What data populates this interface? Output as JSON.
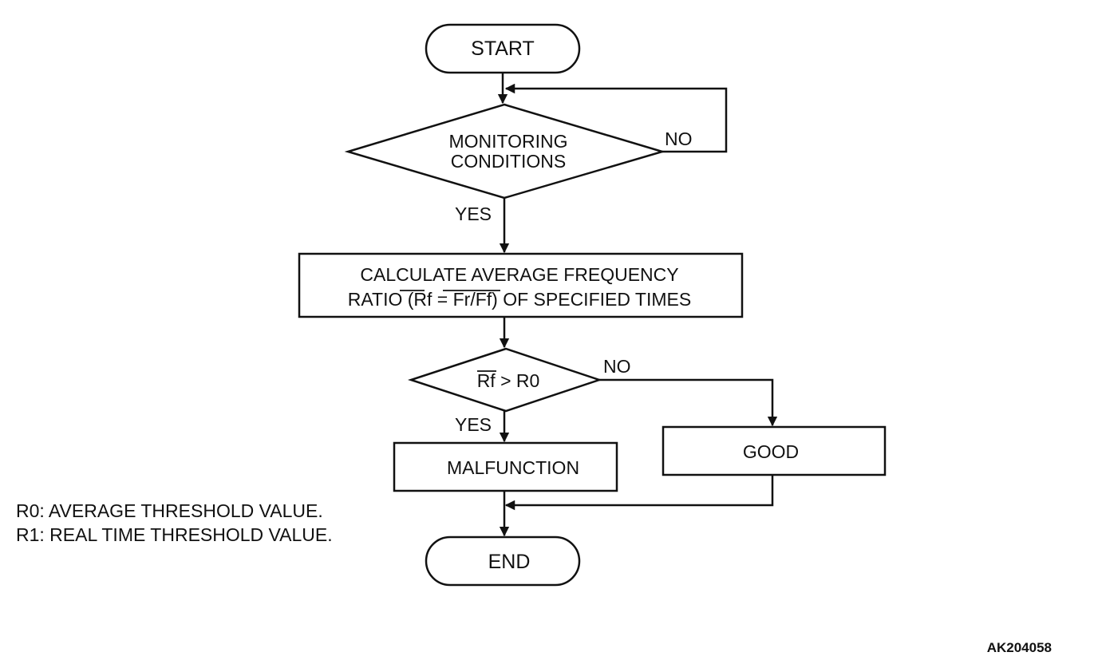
{
  "flowchart": {
    "start_label": "START",
    "end_label": "END",
    "monitoring": {
      "line1": "MONITORING",
      "line2": "CONDITIONS"
    },
    "no_label": "NO",
    "yes_label": "YES",
    "calculate": {
      "line1": "CALCULATE AVERAGE FREQUENCY",
      "line2_prefix": "RATIO ",
      "line2_formula": "(Rf = Fr/Ff)",
      "line2_suffix": " OF SPECIFIED TIMES"
    },
    "compare": {
      "text": "Rf > R0"
    },
    "malfunction_label": "MALFUNCTION",
    "good_label": "GOOD"
  },
  "notes": [
    "R0: AVERAGE THRESHOLD VALUE.",
    "R1: REAL TIME THRESHOLD VALUE."
  ],
  "figure_code": "AK204058",
  "colors": {
    "ink": "#111111",
    "background": "#ffffff"
  }
}
